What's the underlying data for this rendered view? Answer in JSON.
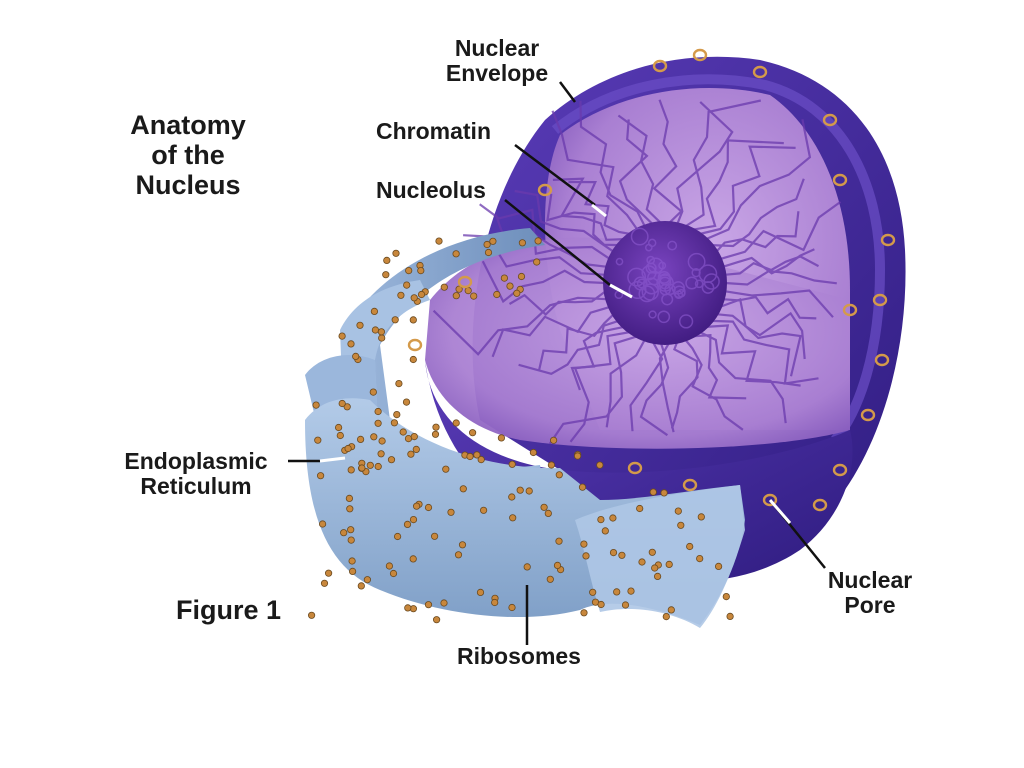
{
  "title": {
    "line1": "Anatomy",
    "line2": "of the",
    "line3": "Nucleus"
  },
  "figure_label": "Figure 1",
  "labels": {
    "nuclear_envelope": {
      "line1": "Nuclear",
      "line2": "Envelope"
    },
    "chromatin": "Chromatin",
    "nucleolus": "Nucleolus",
    "endoplasmic_reticulum": {
      "line1": "Endoplasmic",
      "line2": "Reticulum"
    },
    "ribosomes": "Ribosomes",
    "nuclear_pore": {
      "line1": "Nuclear",
      "line2": "Pore"
    }
  },
  "colors": {
    "envelope": "#4a2fa3",
    "interior": "#b88fd9",
    "nucleolus": "#5b2a9e",
    "reticulum": "#8fb0d6",
    "ribosome": "#c8873c"
  }
}
